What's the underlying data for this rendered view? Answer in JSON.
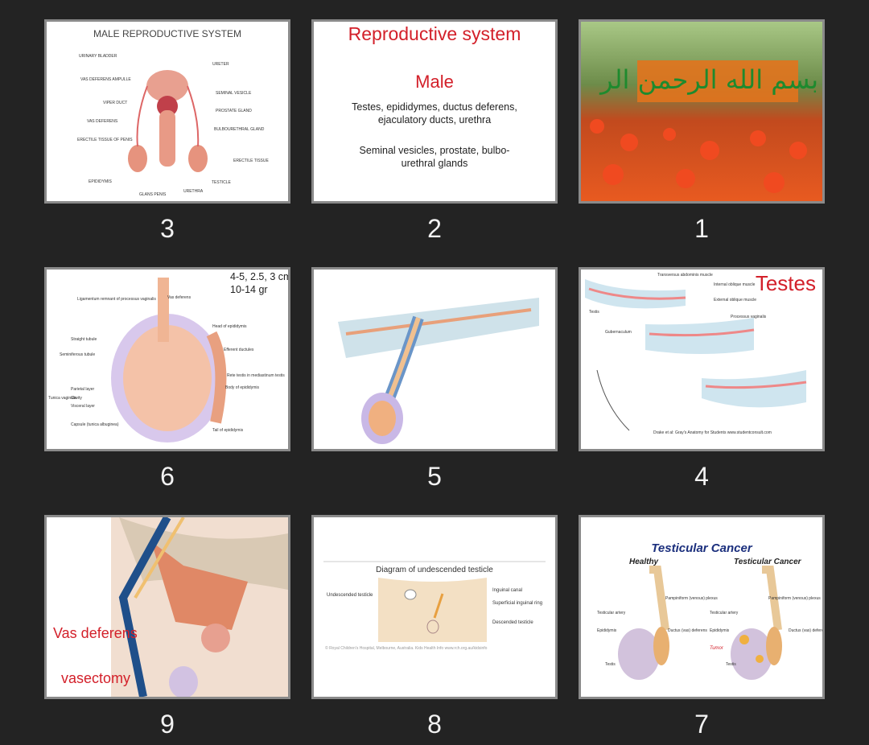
{
  "slides": [
    {
      "number": "3",
      "title": "MALE REPRODUCTIVE SYSTEM",
      "labels": [
        "URINARY BLADDER",
        "URETER",
        "VAS DEFERENS AMPULLE",
        "SEMINAL VESICLE",
        "VIPER DUCT",
        "PROSTATE GLAND",
        "VAS DEFERENS",
        "BULBOURETHRAL GLAND",
        "ERECTILE TISSUE OF PENIS",
        "ERECTILE TISSUE",
        "EPIDIDYMIS",
        "TESTICLE",
        "GLANS PENIS",
        "URETHRA"
      ]
    },
    {
      "number": "2",
      "title": "Reproductive system",
      "subtitle": "Male",
      "line1": "Testes, epididymes, ductus deferens, ejaculatory ducts, urethra",
      "line2": "Seminal vesicles, prostate, bulbo-urethral glands"
    },
    {
      "number": "1",
      "arabic": "بسم الله الرحمن الر"
    },
    {
      "number": "6",
      "note1": "4-5, 2.5, 3 cm",
      "note2": "10-14 gr",
      "labels": [
        "Ligamentum remnant of processus vaginalis",
        "Vas deferens",
        "Head of epididymis",
        "Straight tubule",
        "Efferent ductules",
        "Seminiferous tubule",
        "Rete testis in mediastinum testis",
        "Parietal layer",
        "Body of epididymis",
        "Tunica vaginalis",
        "Cavity",
        "Visceral layer",
        "Capsule (tunica albuginea)",
        "Tail of epididymis"
      ]
    },
    {
      "number": "5"
    },
    {
      "number": "4",
      "title": "Testes",
      "credit": "Drake et al: Gray's Anatomy for Students www.studentconsult.com",
      "labels": [
        "Transversus abdominis muscle",
        "Internal oblique muscle",
        "External oblique muscle",
        "Processus vaginalis",
        "Testis",
        "Gubernaculum"
      ]
    },
    {
      "number": "9",
      "label1": "Vas deferens",
      "label2": "vasectomy"
    },
    {
      "number": "8",
      "title": "Diagram of undescended testicle",
      "labels": [
        "Undescended testicle",
        "Inguinal canal",
        "Superficial inguinal ring",
        "Descended testicle"
      ],
      "credit": "© Royal Children's Hospital, Melbourne, Australia. Kids Health Info www.rch.org.au/kidsinfo"
    },
    {
      "number": "7",
      "title": "Testicular Cancer",
      "left_heading": "Healthy",
      "right_heading": "Testicular Cancer",
      "labels": [
        "Pampiniform (venous) plexus",
        "Testicular artery",
        "Epididymis",
        "Ductus (vas) deferens",
        "Testis",
        "Tumor"
      ]
    }
  ]
}
